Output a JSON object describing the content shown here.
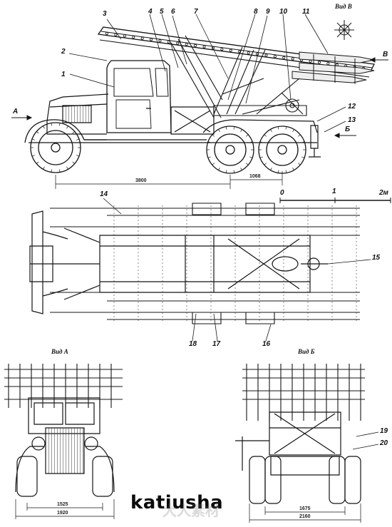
{
  "title": "katiusha",
  "watermark": "大人素材",
  "views": {
    "view_v": "Вид В",
    "view_a": "Вид А",
    "view_b": "Вид Б"
  },
  "callouts": [
    "1",
    "2",
    "3",
    "4",
    "5",
    "6",
    "7",
    "8",
    "9",
    "10",
    "11",
    "12",
    "13",
    "14",
    "15",
    "16",
    "17",
    "18",
    "19",
    "20"
  ],
  "section_marks": {
    "a": "А",
    "b": "Б",
    "v": "В"
  },
  "dimensions": {
    "wheelbase": "3800",
    "rear_axle_spacing": "1068",
    "front_track": "1525",
    "front_width": "1920",
    "rear_track": "1675",
    "rear_width": "2160"
  },
  "scale_bar": {
    "start": "0",
    "mid": "1",
    "end": "2м"
  }
}
